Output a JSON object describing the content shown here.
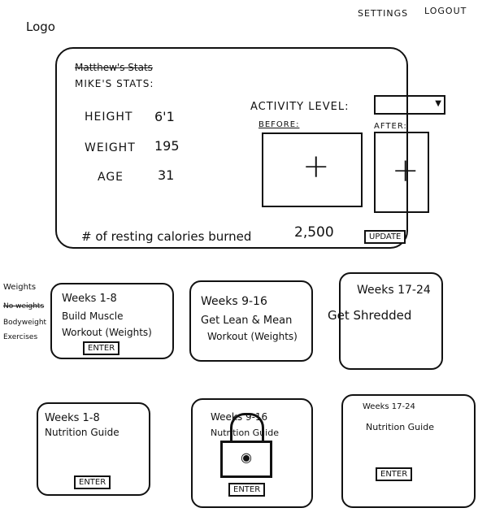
{
  "header": {
    "logo": "Logo",
    "settings": "Settings",
    "logout": "Logout"
  },
  "profile": {
    "crossed_title": "Matthew's Stats",
    "title": "Mike's Stats:",
    "height_label": "Height",
    "height_value": "6'1",
    "weight_label": "Weight",
    "weight_value": "195",
    "age_label": "Age",
    "age_value": "31",
    "activity_label": "Activity Level:",
    "before_label": "Before:",
    "after_label": "After:",
    "calories_text": "# of resting calories burned",
    "calories_value": "2,500",
    "update_label": "Update"
  },
  "side_menu": {
    "weights": "Weights",
    "no_weights": "No weights",
    "bodyweight": "Bodyweight",
    "exercises": "Exercises"
  },
  "workouts": [
    {
      "title": "Weeks 1-8",
      "line1": "Build Muscle",
      "line2": "Workout (Weights)",
      "button": "Enter"
    },
    {
      "title": "Weeks 9-16",
      "line1": "Get Lean & Mean",
      "line2": "Workout (Weights)"
    },
    {
      "title": "Weeks 17-24",
      "line1": "Get Shredded"
    }
  ],
  "nutrition": [
    {
      "title": "Weeks 1-8",
      "line1": "Nutrition Guide",
      "button": "Enter"
    },
    {
      "title": "Weeks 9-16",
      "line1": "Nutrition Guide",
      "button": "Enter",
      "locked": true
    },
    {
      "title": "Weeks 17-24",
      "line1": "Nutrition Guide",
      "button": "Enter"
    }
  ]
}
